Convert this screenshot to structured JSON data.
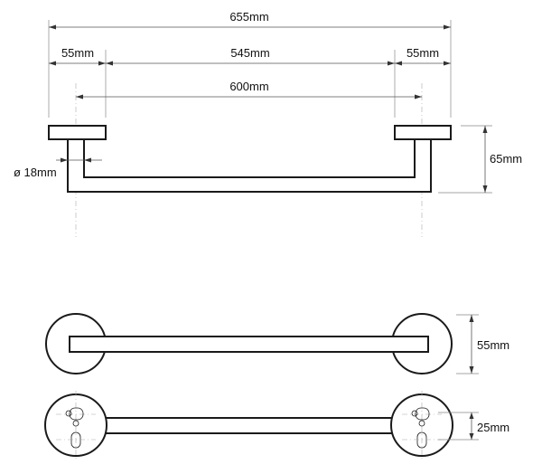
{
  "dimensions": {
    "overall_length": "655mm",
    "left_flange": "55mm",
    "bar_span": "545mm",
    "right_flange": "55mm",
    "center_distance": "600mm",
    "bar_diameter": "ø 18mm",
    "projection": "65mm",
    "flange_diameter": "55mm",
    "bar_height": "25mm"
  }
}
